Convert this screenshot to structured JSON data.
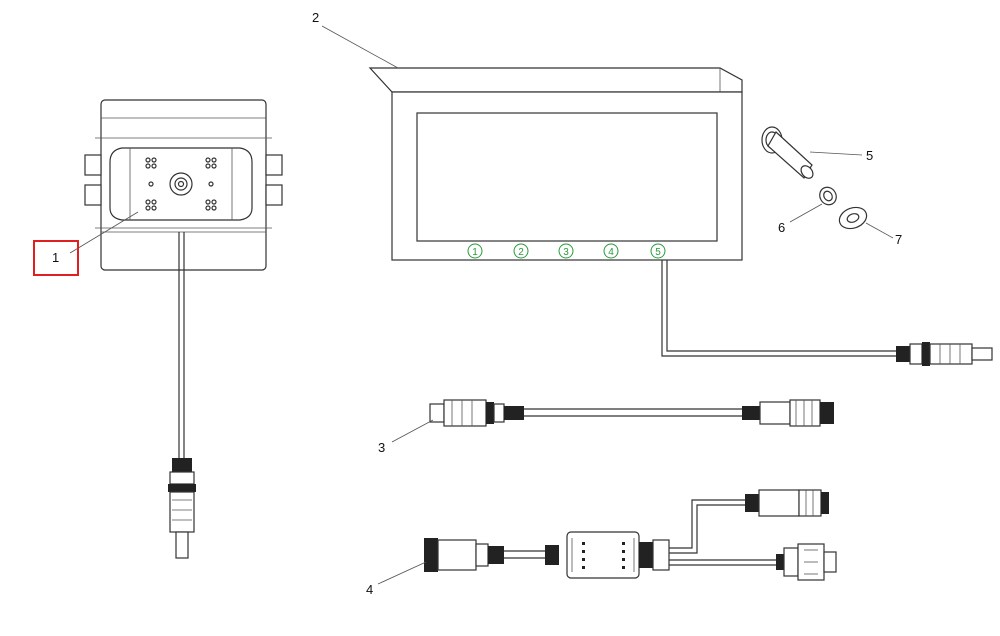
{
  "callouts": {
    "c1": "1",
    "c2": "2",
    "c3": "3",
    "c4": "4",
    "c5": "5",
    "c6": "6",
    "c7": "7"
  },
  "monitor_buttons": [
    "1",
    "2",
    "3",
    "4",
    "5"
  ],
  "colors": {
    "highlight": "#e02020",
    "button_accent": "#2a9a3a",
    "line": "#333333"
  },
  "highlighted_callout": "1"
}
